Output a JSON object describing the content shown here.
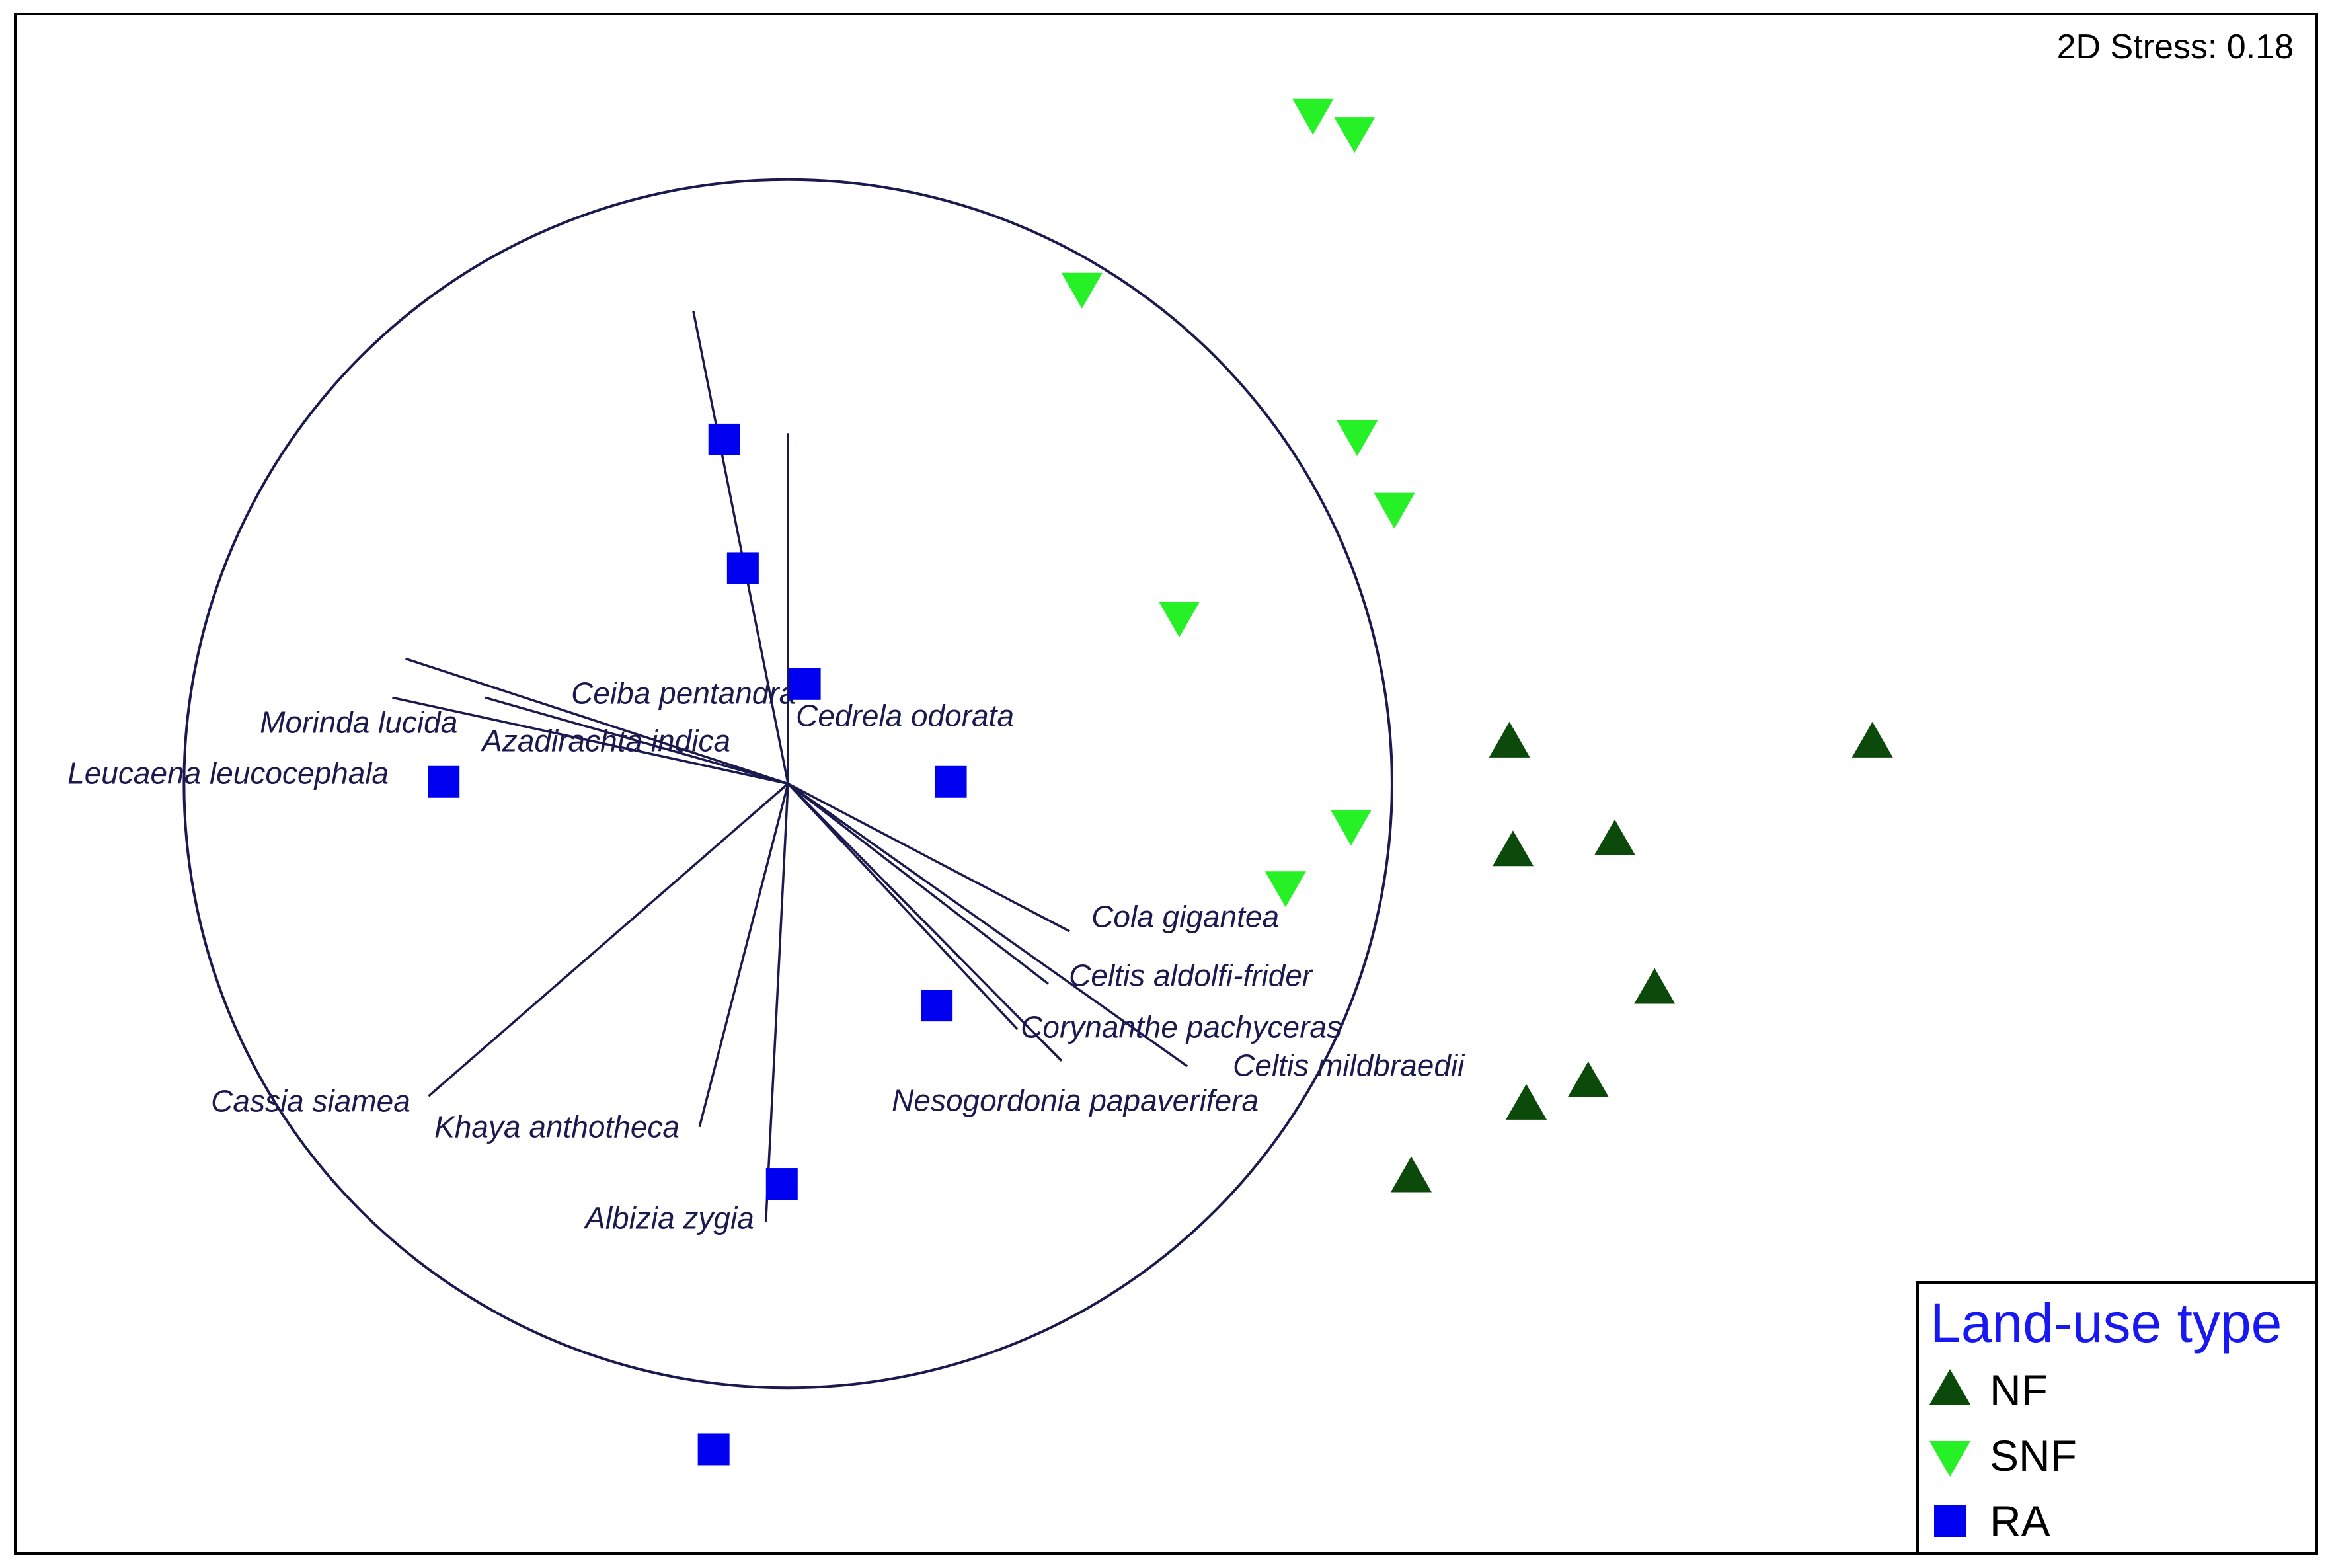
{
  "chart_data": {
    "type": "scatter",
    "stress_label": "2D Stress: 0.18",
    "legend": {
      "title": "Land-use type",
      "entries": [
        {
          "name": "NF",
          "shape": "triangle-up",
          "color": "#0b4a0b"
        },
        {
          "name": "SNF",
          "shape": "triangle-down",
          "color": "#26f026"
        },
        {
          "name": "RA",
          "shape": "square",
          "color": "#0000f0"
        }
      ],
      "title_color": "#1818f0",
      "placement": "bottom-right"
    },
    "colors": {
      "frame": "#000000",
      "vectors": "#1a1a4e"
    },
    "x_range": [
      -1.6,
      1.0
    ],
    "y_range": [
      -0.85,
      0.85
    ],
    "origin": [
      -0.727,
      0.0
    ],
    "correlation_circle_radius": 0.667,
    "series": [
      {
        "name": "NF",
        "points": [
          [
            0.088,
            0.045
          ],
          [
            0.498,
            0.045
          ],
          [
            0.092,
            -0.075
          ],
          [
            0.207,
            -0.063
          ],
          [
            0.252,
            -0.227
          ],
          [
            0.177,
            -0.33
          ],
          [
            0.107,
            -0.355
          ],
          [
            -0.023,
            -0.435
          ]
        ]
      },
      {
        "name": "SNF",
        "points": [
          [
            -0.134,
            0.74
          ],
          [
            -0.087,
            0.72
          ],
          [
            -0.395,
            0.548
          ],
          [
            -0.084,
            0.385
          ],
          [
            -0.042,
            0.305
          ],
          [
            -0.285,
            0.185
          ],
          [
            -0.091,
            -0.045
          ],
          [
            -0.165,
            -0.113
          ]
        ]
      },
      {
        "name": "RA",
        "points": [
          [
            -0.799,
            0.38
          ],
          [
            -0.778,
            0.238
          ],
          [
            -0.708,
            0.11
          ],
          [
            -1.116,
            0.002
          ],
          [
            -0.543,
            0.002
          ],
          [
            -0.559,
            -0.245
          ],
          [
            -0.734,
            -0.442
          ],
          [
            -0.811,
            -0.735
          ]
        ]
      }
    ],
    "vectors": [
      {
        "label": "Ceiba pentandra",
        "x": -0.107,
        "y": 0.522
      },
      {
        "label": "Cedrela odorata",
        "x": 0.0,
        "y": 0.387
      },
      {
        "label": "Morinda lucida",
        "x": -0.432,
        "y": 0.138
      },
      {
        "label": "Azadirachta indica",
        "x": -0.342,
        "y": 0.095
      },
      {
        "label": "Leucaena leucocephala",
        "x": -0.447,
        "y": 0.095
      },
      {
        "label": "Cola gigantea",
        "x": 0.318,
        "y": -0.163
      },
      {
        "label": "Celtis aldolfi-frider",
        "x": 0.294,
        "y": -0.221
      },
      {
        "label": "Corynanthe pachyceras",
        "x": 0.259,
        "y": -0.271
      },
      {
        "label": "Celtis mildbraedii",
        "x": 0.451,
        "y": -0.312
      },
      {
        "label": "Nesogordonia papaverifera",
        "x": 0.309,
        "y": -0.306
      },
      {
        "label": "Cassia siamea",
        "x": -0.406,
        "y": -0.345
      },
      {
        "label": "Khaya anthotheca",
        "x": -0.1,
        "y": -0.379
      },
      {
        "label": "Albizia zygia",
        "x": -0.025,
        "y": -0.484
      }
    ]
  }
}
